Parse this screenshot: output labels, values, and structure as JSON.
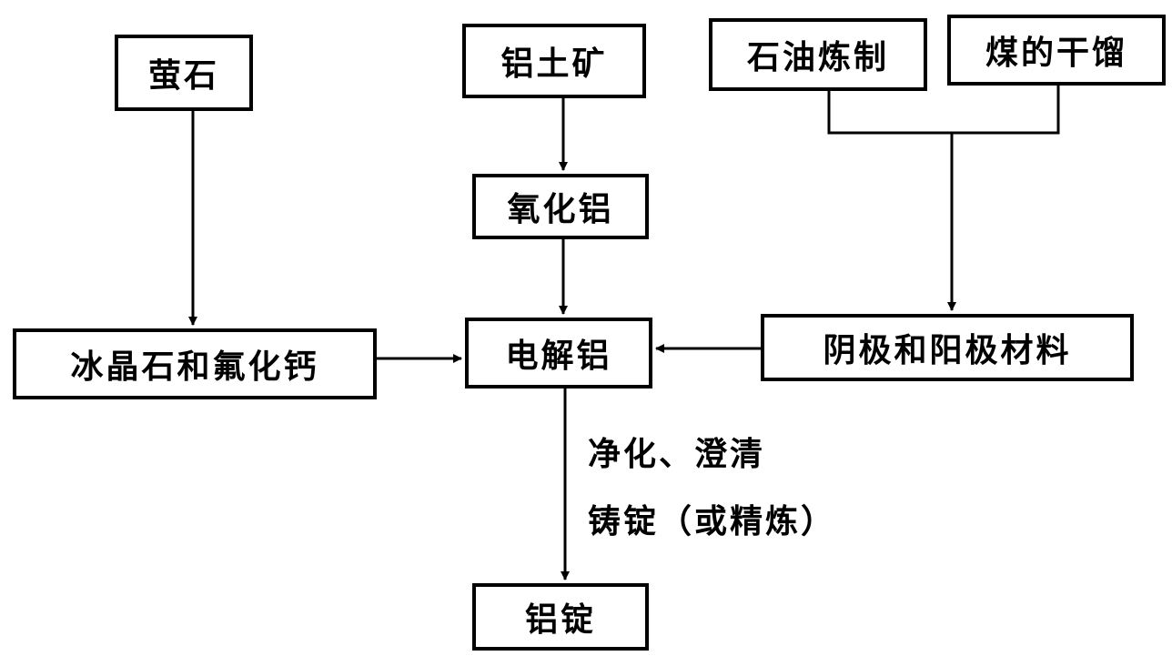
{
  "nodes": {
    "fluorite": "萤石",
    "bauxite": "铝土矿",
    "petroleum_refining": "石油炼制",
    "coal_distillation": "煤的干馏",
    "alumina": "氧化铝",
    "cryolite_calcium_fluoride": "冰晶石和氟化钙",
    "electrolytic_aluminum": "电解铝",
    "cathode_anode_materials": "阴极和阳极材料",
    "aluminum_ingot": "铝锭"
  },
  "process_notes": {
    "purify_clarify": "净化、澄清",
    "cast_or_refine": "铸锭（或精炼）"
  },
  "colors": {
    "stroke": "#000000",
    "background": "#ffffff"
  }
}
